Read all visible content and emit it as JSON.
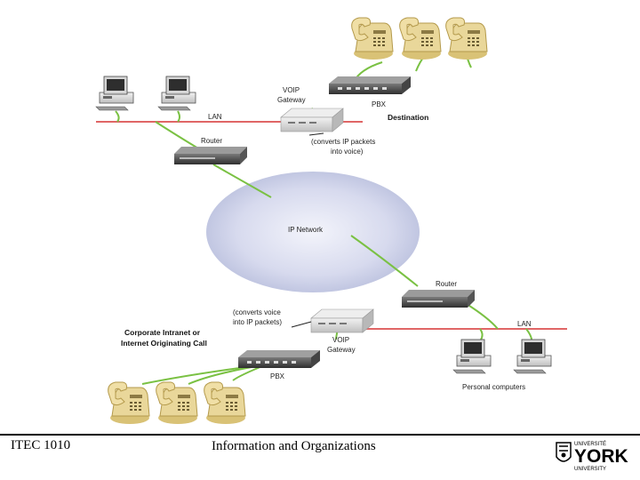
{
  "diagram": {
    "top": {
      "lan": "LAN",
      "router": "Router",
      "voip_gateway": [
        "VOIP",
        "Gateway"
      ],
      "pbx": "PBX",
      "destination": "Destination",
      "converts_note": [
        "(converts IP packets",
        "into voice)"
      ]
    },
    "cloud": "IP Network",
    "bottom": {
      "router": "Router",
      "lan": "LAN",
      "converts_note": [
        "(converts voice",
        "into IP packets)"
      ],
      "origin": [
        "Corporate Intranet or",
        "Internet Originating Call"
      ],
      "voip_gateway": [
        "VOIP",
        "Gateway"
      ],
      "pbx": "PBX",
      "personal_computers": "Personal computers"
    },
    "colors": {
      "lan_line": "#e06666",
      "cable": "#7ac143",
      "phone": "#e6d28c",
      "cloud": "#c9cee6"
    }
  },
  "footer": {
    "course": "ITEC 1010",
    "title": "Information and Organizations",
    "logo": [
      "UNIVERSITÉ",
      "YORK",
      "UNIVERSITY"
    ]
  }
}
